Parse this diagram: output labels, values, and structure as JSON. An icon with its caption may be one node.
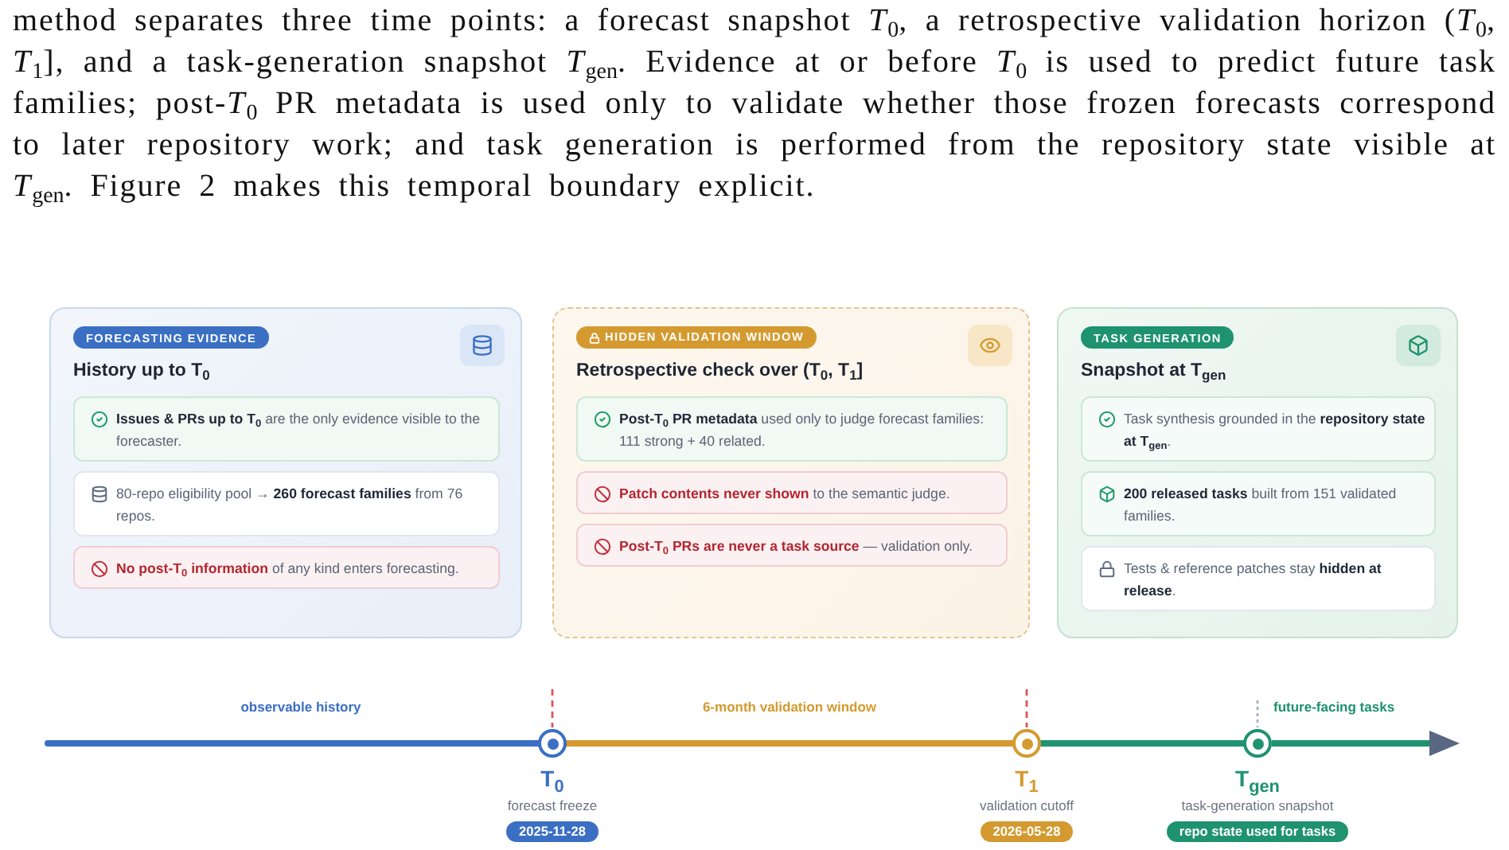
{
  "diagram": {
    "nodes": [
      {
        "text": [
          "FORECASTING EVIDENCE",
          "History up to T$_{0}$"
        ]
      },
      {
        "text": [
          "**Issues & PRs up to T$_{0}$** are the only evidence visible to the forecaster."
        ],
        "in": 0
      },
      {
        "text": [
          "80-repo eligibility pool → **260 forecast families** from 76 repos."
        ],
        "in": 0
      },
      {
        "text": [
          "**No post-T$_{0}$ information** of any kind enters forecasting."
        ],
        "in": 0
      },
      {
        "text": [
          "HIDDEN VALIDATION WINDOW",
          "Retrospective check over (T$_{0}$, T$_{1}$]"
        ]
      },
      {
        "text": [
          "**Post-T$_{0}$ PR metadata** used only to judge forecast families: 111 strong + 40 related."
        ],
        "in": 4
      },
      {
        "text": [
          "**Patch contents never shown** to the semantic judge."
        ],
        "in": 4
      },
      {
        "text": [
          "**Post-T$_{0}$ PRs are never a task source** — validation only."
        ],
        "in": 4
      },
      {
        "text": [
          "TASK GENERATION",
          "Snapshot at T$_{gen}$"
        ]
      },
      {
        "text": [
          "Task synthesis grounded in the **repository state at T$_{gen}$**."
        ],
        "in": 8
      },
      {
        "text": [
          "**200 released tasks** built from 151 validated families."
        ],
        "in": 8
      },
      {
        "text": [
          "Tests & reference patches stay **hidden at release**."
        ],
        "in": 8
      },
      {
        "text": [],
        "shape": "circle",
        "beside": [
          "T$_{0}$",
          "forecast freeze",
          "2025-11-28"
        ]
      },
      {
        "text": [],
        "shape": "circle",
        "beside": [
          "T$_{1}$",
          "validation cutoff",
          "2026-05-28"
        ]
      },
      {
        "text": [],
        "shape": "circle",
        "beside": [
          "T$_{gen}$",
          "task-generation snapshot",
          "repo state used for tasks"
        ]
      }
    ],
    "edges": [
      {
        "from": null,
        "to": 12,
        "arrow": "none",
        "label": "observable history",
        "color": "#3a6fc4"
      },
      {
        "from": 12,
        "to": 13,
        "arrow": "none",
        "label": "6-month validation window",
        "color": "#d49a30"
      },
      {
        "from": 13,
        "to": 14,
        "arrow": "none",
        "color": "#1f9270"
      },
      {
        "from": 14,
        "to": null,
        "arrow": "to",
        "label": "future-facing tasks",
        "color": "#1f9270"
      }
    ],
    "labels": [
      "method separates three time points: a forecast snapshot *T*$_{0}$, a retrospective validation horizon (*T*$_{0}$, *T*$_{1}$], and a task-generation snapshot *T*$_{gen}$. Evidence at or before *T*$_{0}$ is used to predict future task families; post-*T*$_{0}$ PR metadata is used only to validate whether those frozen forecasts correspond to later repository work; and task generation is performed from the repository state visible at *T*$_{gen}$. Figure 2 makes this temporal boundary explicit."
    ]
  }
}
